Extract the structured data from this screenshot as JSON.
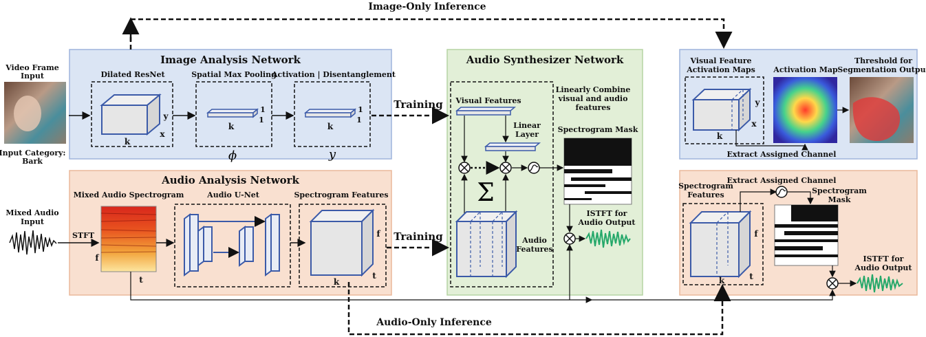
{
  "labels": {
    "image_only_inference": "Image-Only Inference",
    "audio_only_inference": "Audio-Only Inference",
    "training_top": "Training",
    "training_bottom": "Training",
    "video_frame_input_1": "Video Frame",
    "video_frame_input_2": "Input",
    "input_category_1": "Input Category:",
    "input_category_2": "Bark",
    "mixed_audio_input_1": "Mixed Audio",
    "mixed_audio_input_2": "Input",
    "stft": "STFT",
    "image_network_title": "Image Analysis Network",
    "dilated_resnet": "Dilated ResNet",
    "spatial_max_pooling": "Spatial Max Pooling",
    "activation_disentanglement": "Activation | Disentanglement",
    "phi": "ϕ",
    "y_italic": "y",
    "audio_network_title": "Audio Analysis Network",
    "mixed_audio_spectrogram": "Mixed Audio Spectrogram",
    "audio_unet": "Audio U-Net",
    "spectrogram_features": "Spectrogram Features",
    "synth_title": "Audio Synthesizer Network",
    "visual_features": "Visual Features",
    "linear_layer_1": "Linear",
    "linear_layer_2": "Layer",
    "linearly_combine_1": "Linearly Combine",
    "linearly_combine_2": "visual and audio",
    "linearly_combine_3": "features",
    "spectrogram_mask": "Spectrogram Mask",
    "istft_1": "ISTFT for",
    "istft_2": "Audio Output",
    "audio_features_1": "Audio",
    "audio_features_2": "Features",
    "sigma": "Σ",
    "visual_feature_maps_1": "Visual Feature",
    "visual_feature_maps_2": "Activation Maps",
    "activation_map": "Activation Map",
    "threshold_1": "Threshold for",
    "threshold_2": "Segmentation Output",
    "extract_assigned_channel_top": "Extract Assigned Channel",
    "extract_assigned_channel_bottom": "Extract Assigned Channel",
    "spec_features_right_1": "Spectrogram",
    "spec_features_right_2": "Features",
    "spec_mask_right_1": "Spectrogram",
    "spec_mask_right_2": "Mask",
    "istft_right_1": "ISTFT for",
    "istft_right_2": "Audio Output",
    "dim_k": "k",
    "dim_x": "x",
    "dim_y": "y",
    "dim_1": "1",
    "dim_f": "f",
    "dim_t": "t"
  },
  "colors": {
    "image_panel": "#dbe5f4",
    "audio_panel": "#f9e0d0",
    "synth_panel": "#e2efd7",
    "box_edge": "#3b5aa8",
    "waveform": "#25a86a"
  }
}
